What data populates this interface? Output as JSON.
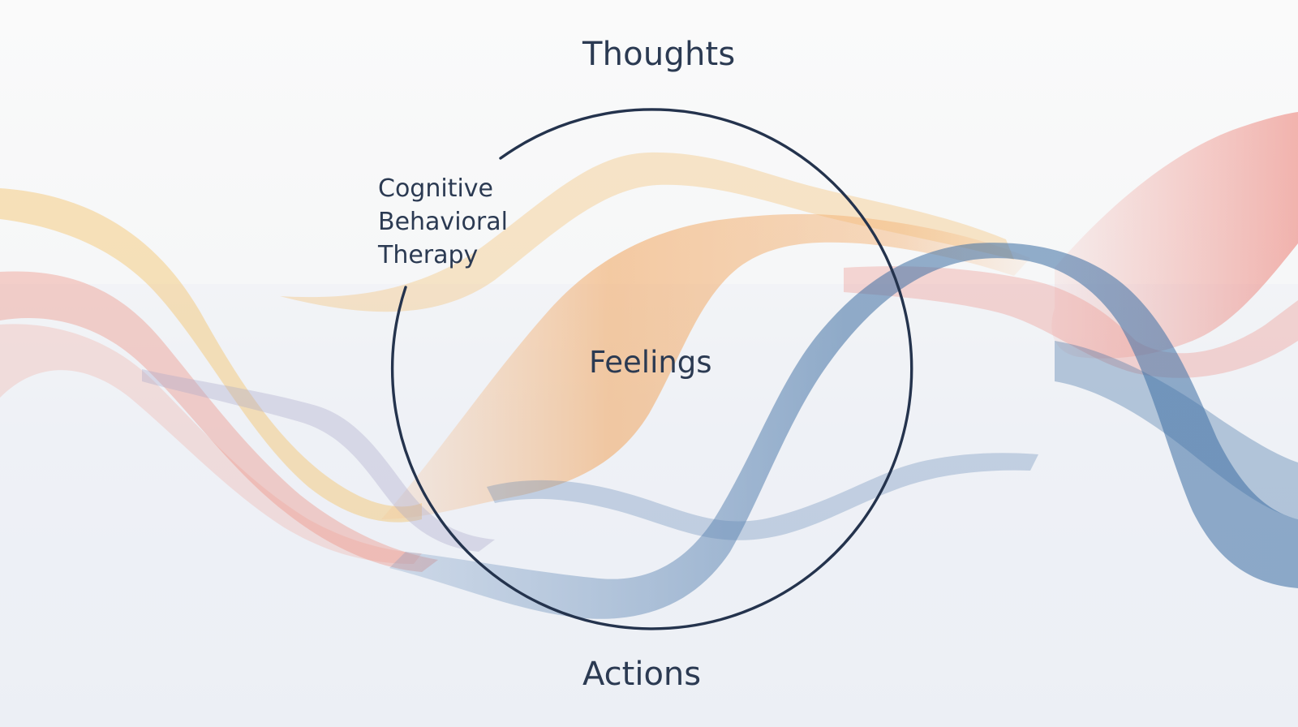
{
  "diagram": {
    "title_lines": [
      "Cognitive",
      "Behavioral",
      "Therapy"
    ],
    "nodes": {
      "top": "Thoughts",
      "center": "Feelings",
      "bottom": "Actions"
    }
  },
  "colors": {
    "text": "#2b3a52",
    "cycle_ring": "#24334d",
    "wave_yellow": "#f3c36b",
    "wave_orange": "#ef9a4d",
    "wave_red": "#ec7a66",
    "wave_blue": "#3f6fa3",
    "wave_lavender": "#a8a6c9"
  }
}
